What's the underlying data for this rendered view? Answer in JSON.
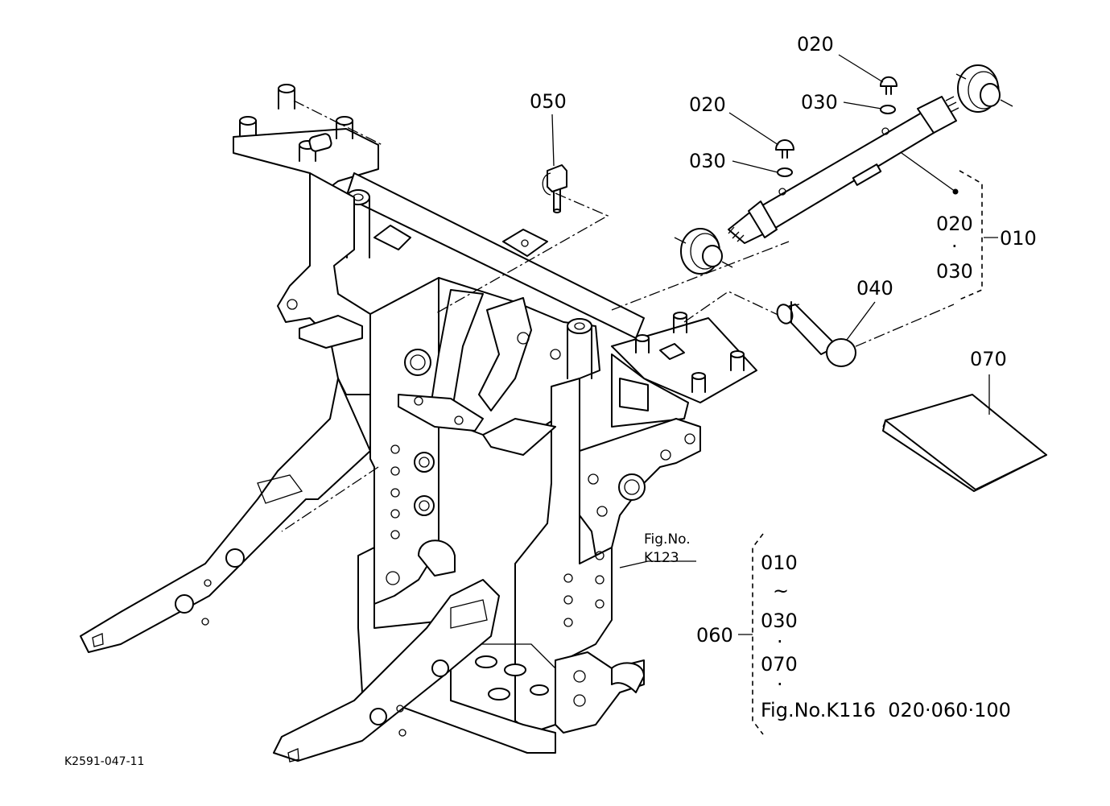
{
  "callouts": {
    "c010": "010",
    "c020a": "020",
    "c020b": "020",
    "c020c": "020",
    "c030a": "030",
    "c030b": "030",
    "c030c": "030",
    "c040": "040",
    "c050": "050",
    "c070": "070",
    "dot": "·"
  },
  "kit": {
    "number": "060",
    "line1": "010",
    "tilde": "~",
    "line2": "030",
    "dot1": "·",
    "line3": "070",
    "dot2": "·",
    "line4": "Fig.No.K116  020·060·100"
  },
  "figref": {
    "line1": "Fig.No.",
    "line2": "K123"
  },
  "drawing_code": "K2591-047-11"
}
